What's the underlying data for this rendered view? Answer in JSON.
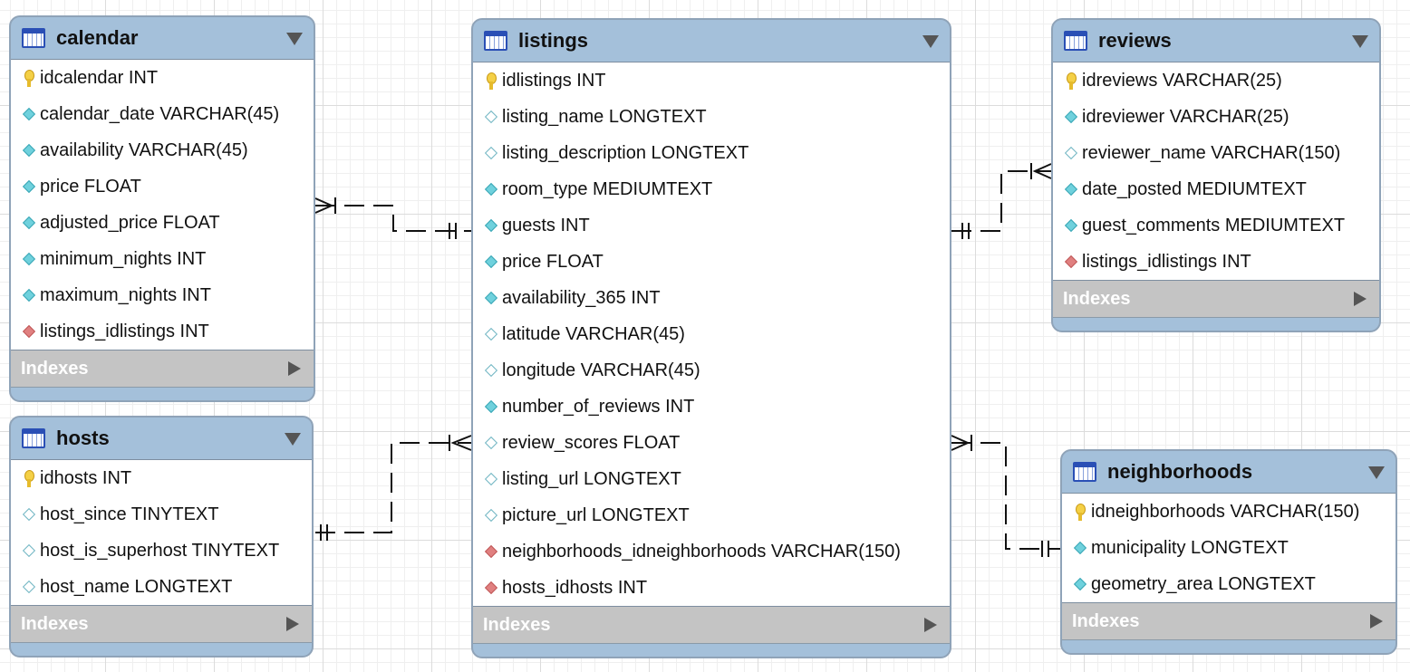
{
  "tables": [
    {
      "id": "calendar",
      "name": "calendar",
      "indexes_label": "Indexes",
      "columns": [
        {
          "text": "idcalendar INT",
          "kind": "pk"
        },
        {
          "text": "calendar_date VARCHAR(45)",
          "kind": "notnull"
        },
        {
          "text": "availability VARCHAR(45)",
          "kind": "notnull"
        },
        {
          "text": "price FLOAT",
          "kind": "notnull"
        },
        {
          "text": "adjusted_price FLOAT",
          "kind": "notnull"
        },
        {
          "text": "minimum_nights INT",
          "kind": "notnull"
        },
        {
          "text": "maximum_nights INT",
          "kind": "notnull"
        },
        {
          "text": "listings_idlistings INT",
          "kind": "fk"
        }
      ]
    },
    {
      "id": "hosts",
      "name": "hosts",
      "indexes_label": "Indexes",
      "columns": [
        {
          "text": "idhosts INT",
          "kind": "pk"
        },
        {
          "text": "host_since TINYTEXT",
          "kind": "nullable"
        },
        {
          "text": "host_is_superhost TINYTEXT",
          "kind": "nullable"
        },
        {
          "text": "host_name LONGTEXT",
          "kind": "nullable"
        }
      ]
    },
    {
      "id": "listings",
      "name": "listings",
      "indexes_label": "Indexes",
      "columns": [
        {
          "text": "idlistings INT",
          "kind": "pk"
        },
        {
          "text": "listing_name LONGTEXT",
          "kind": "nullable"
        },
        {
          "text": "listing_description LONGTEXT",
          "kind": "nullable"
        },
        {
          "text": "room_type MEDIUMTEXT",
          "kind": "notnull"
        },
        {
          "text": "guests INT",
          "kind": "notnull"
        },
        {
          "text": "price FLOAT",
          "kind": "notnull"
        },
        {
          "text": "availability_365 INT",
          "kind": "notnull"
        },
        {
          "text": "latitude VARCHAR(45)",
          "kind": "nullable"
        },
        {
          "text": "longitude VARCHAR(45)",
          "kind": "nullable"
        },
        {
          "text": "number_of_reviews INT",
          "kind": "notnull"
        },
        {
          "text": "review_scores FLOAT",
          "kind": "nullable"
        },
        {
          "text": "listing_url LONGTEXT",
          "kind": "nullable"
        },
        {
          "text": "picture_url LONGTEXT",
          "kind": "nullable"
        },
        {
          "text": "neighborhoods_idneighborhoods VARCHAR(150)",
          "kind": "fk"
        },
        {
          "text": "hosts_idhosts INT",
          "kind": "fk"
        }
      ]
    },
    {
      "id": "reviews",
      "name": "reviews",
      "indexes_label": "Indexes",
      "columns": [
        {
          "text": "idreviews VARCHAR(25)",
          "kind": "pk"
        },
        {
          "text": "idreviewer VARCHAR(25)",
          "kind": "notnull"
        },
        {
          "text": "reviewer_name VARCHAR(150)",
          "kind": "nullable"
        },
        {
          "text": "date_posted MEDIUMTEXT",
          "kind": "notnull"
        },
        {
          "text": "guest_comments MEDIUMTEXT",
          "kind": "notnull"
        },
        {
          "text": "listings_idlistings INT",
          "kind": "fk"
        }
      ]
    },
    {
      "id": "neighborhoods",
      "name": "neighborhoods",
      "indexes_label": "Indexes",
      "columns": [
        {
          "text": "idneighborhoods VARCHAR(150)",
          "kind": "pk"
        },
        {
          "text": "municipality LONGTEXT",
          "kind": "notnull"
        },
        {
          "text": "geometry_area LONGTEXT",
          "kind": "notnull"
        }
      ]
    }
  ],
  "relationships": [
    {
      "from": "listings",
      "to": "calendar",
      "cardinality": "one-to-many"
    },
    {
      "from": "listings",
      "to": "reviews",
      "cardinality": "one-to-many"
    },
    {
      "from": "hosts",
      "to": "listings",
      "cardinality": "one-to-many"
    },
    {
      "from": "neighborhoods",
      "to": "listings",
      "cardinality": "one-to-many"
    }
  ],
  "colors": {
    "header": "#a4c0da",
    "indexes_bar": "#c4c4c4",
    "pk_key": "#f4d046",
    "column_notnull": "#6fd1dd",
    "column_fk": "#e08080"
  }
}
